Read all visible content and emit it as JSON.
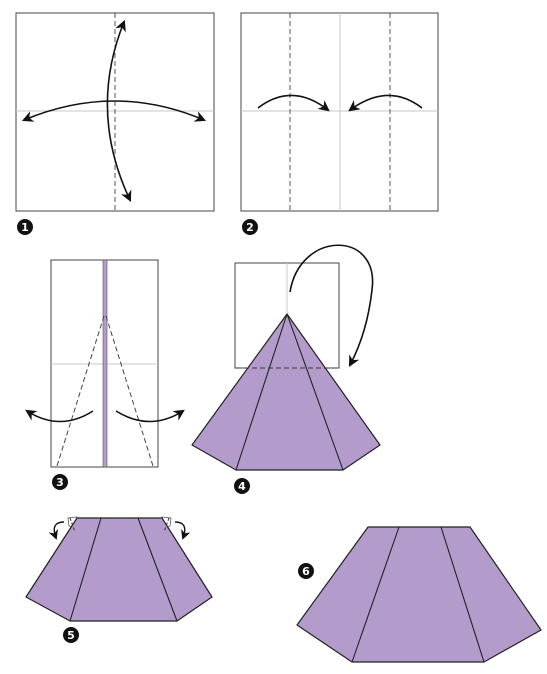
{
  "colors": {
    "paper_fill": "#b39ccc",
    "paper_stroke": "#222222",
    "paper_white": "#ffffff",
    "crease": "#c8c8c8",
    "dashed": "#333333",
    "arrow": "#111111",
    "badge": "#111111"
  },
  "steps": [
    {
      "number": "1"
    },
    {
      "number": "2"
    },
    {
      "number": "3"
    },
    {
      "number": "4"
    },
    {
      "number": "5"
    },
    {
      "number": "6"
    }
  ]
}
